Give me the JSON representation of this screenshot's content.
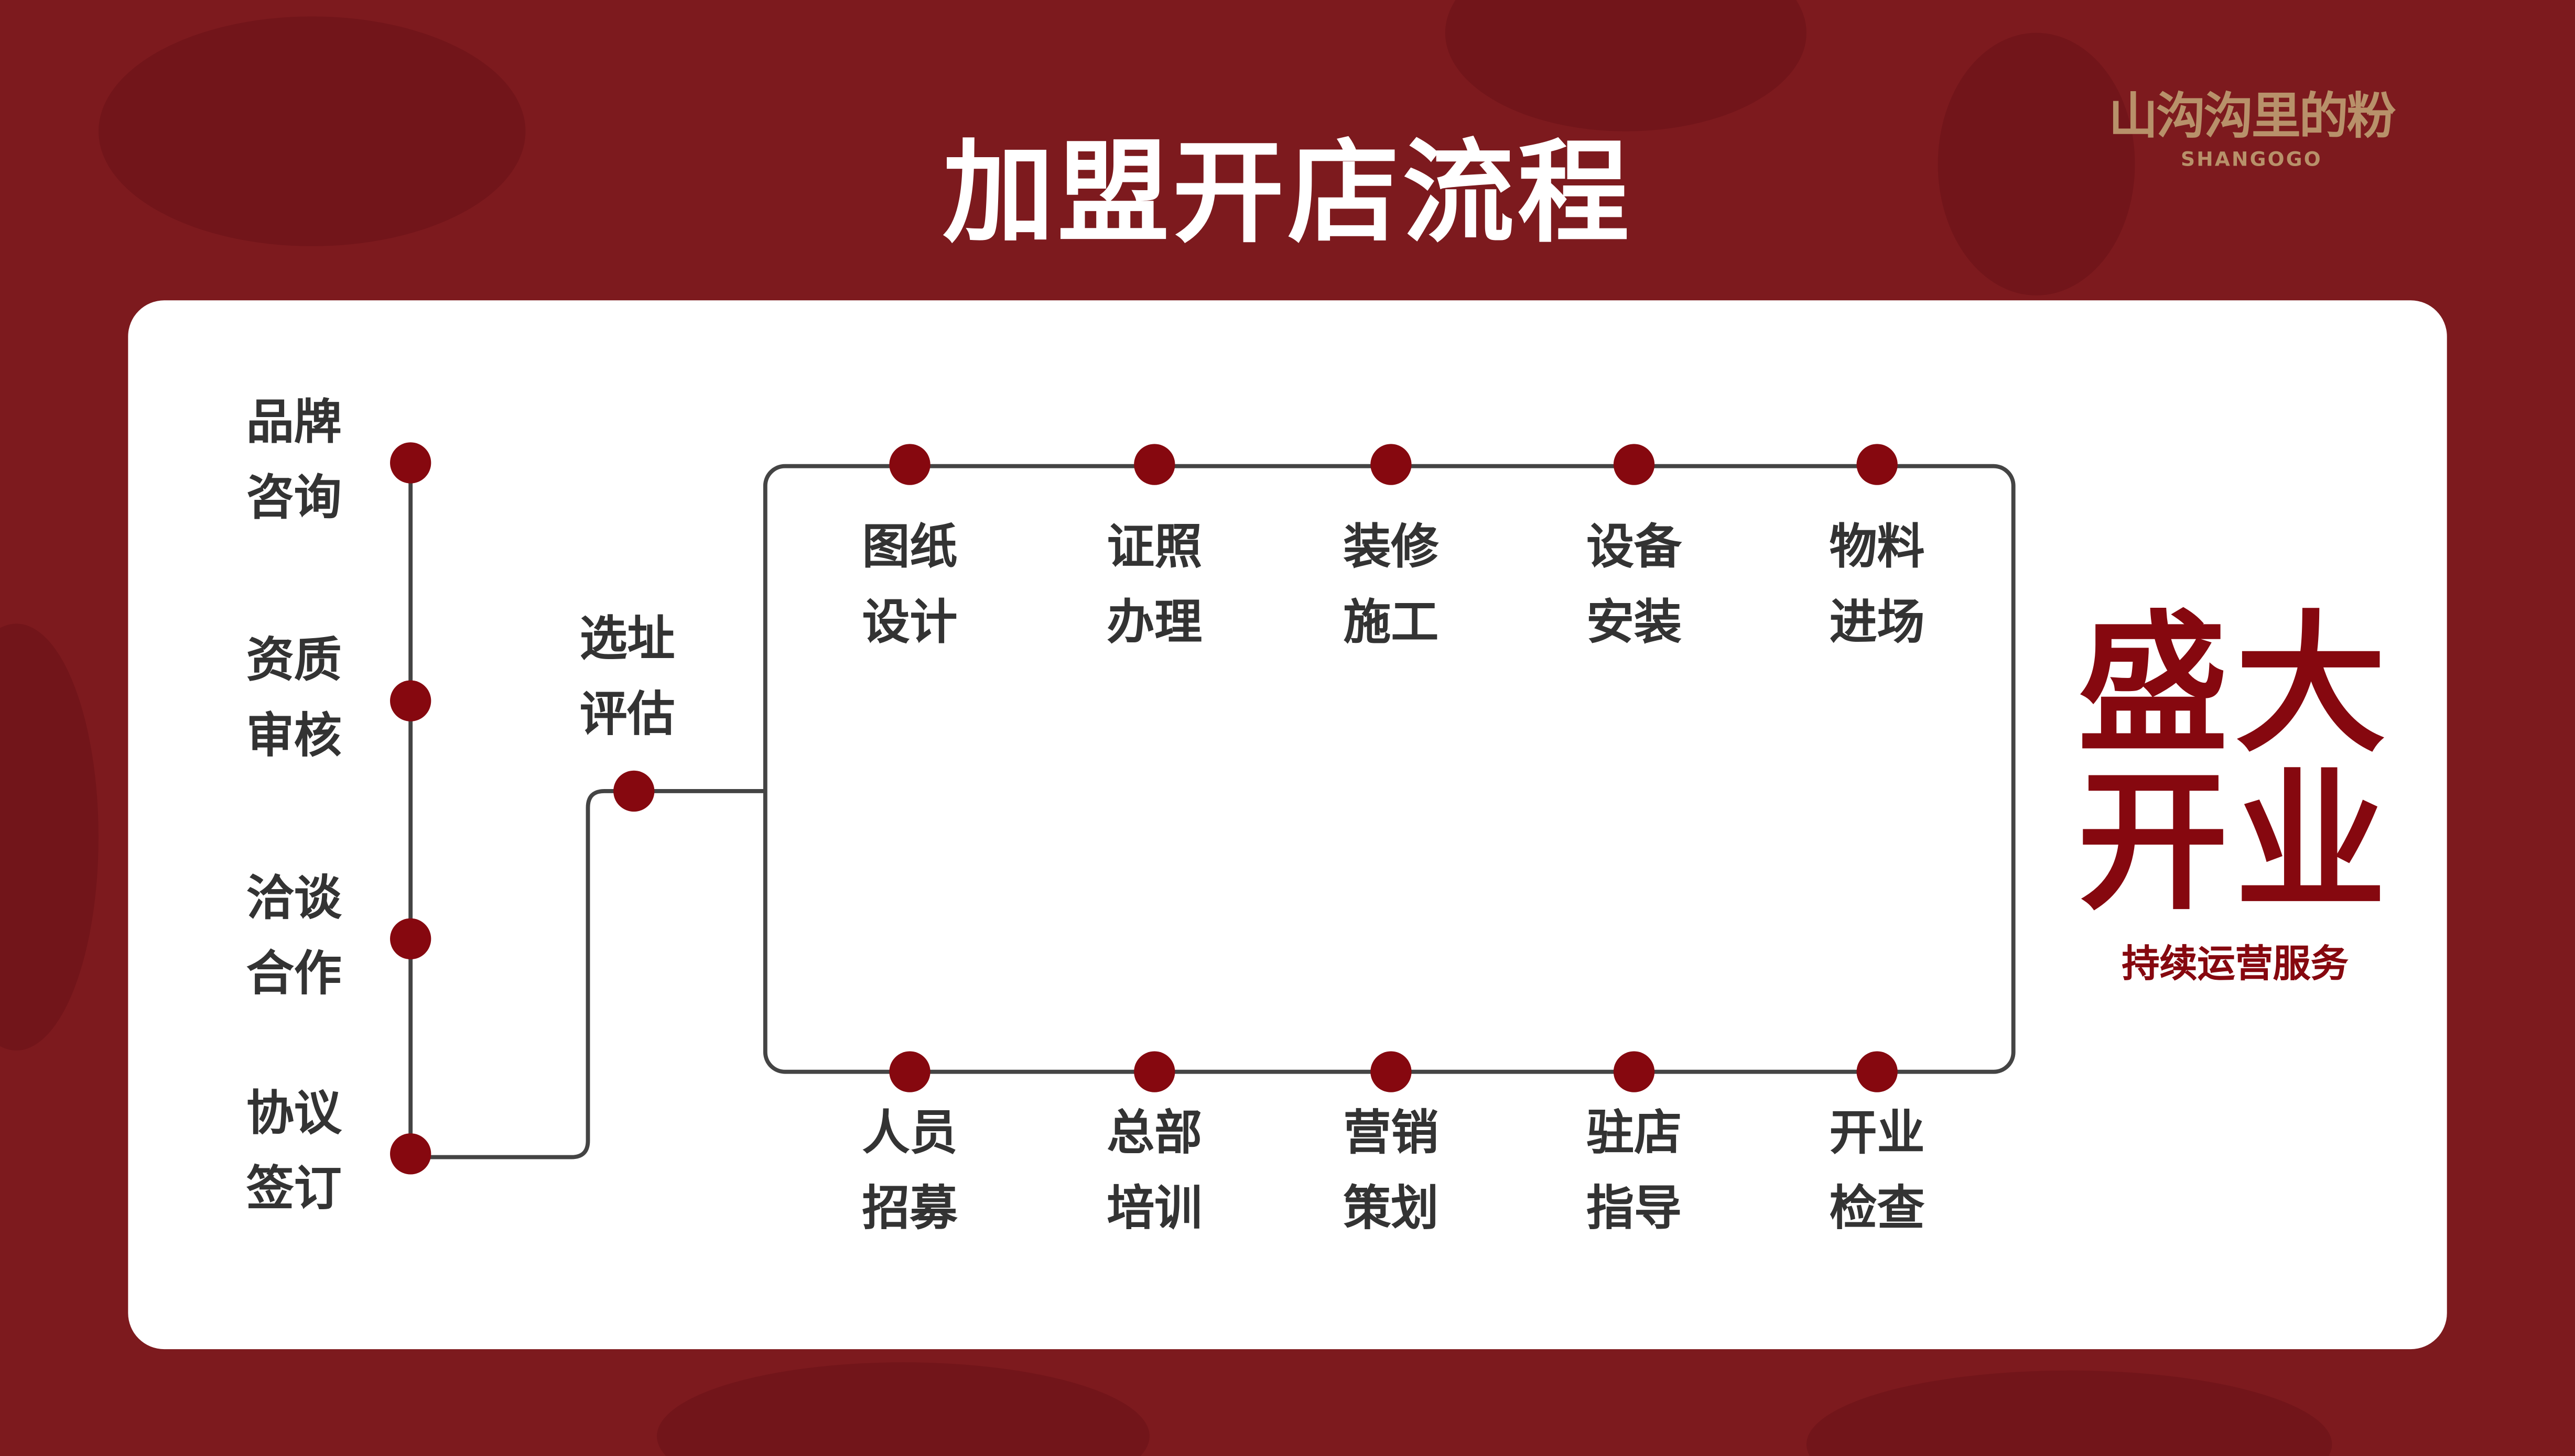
{
  "title": "加盟开店流程",
  "logo": {
    "name": "山沟沟里的粉",
    "english": "SHANGOGO"
  },
  "colors": {
    "background": "#7d1a1e",
    "dot": "#86080f",
    "logo": "#b8916a",
    "line": "#444444"
  },
  "left_steps": [
    {
      "l1": "品牌",
      "l2": "咨询"
    },
    {
      "l1": "资质",
      "l2": "审核"
    },
    {
      "l1": "洽谈",
      "l2": "合作"
    },
    {
      "l1": "协议",
      "l2": "签订"
    }
  ],
  "middle_step": {
    "l1": "选址",
    "l2": "评估"
  },
  "top_steps": [
    {
      "l1": "图纸",
      "l2": "设计"
    },
    {
      "l1": "证照",
      "l2": "办理"
    },
    {
      "l1": "装修",
      "l2": "施工"
    },
    {
      "l1": "设备",
      "l2": "安装"
    },
    {
      "l1": "物料",
      "l2": "进场"
    }
  ],
  "bottom_steps": [
    {
      "l1": "人员",
      "l2": "招募"
    },
    {
      "l1": "总部",
      "l2": "培训"
    },
    {
      "l1": "营销",
      "l2": "策划"
    },
    {
      "l1": "驻店",
      "l2": "指导"
    },
    {
      "l1": "开业",
      "l2": "检查"
    }
  ],
  "finale": {
    "l1": "盛大",
    "l2": "开业",
    "subtitle": "持续运营服务"
  }
}
